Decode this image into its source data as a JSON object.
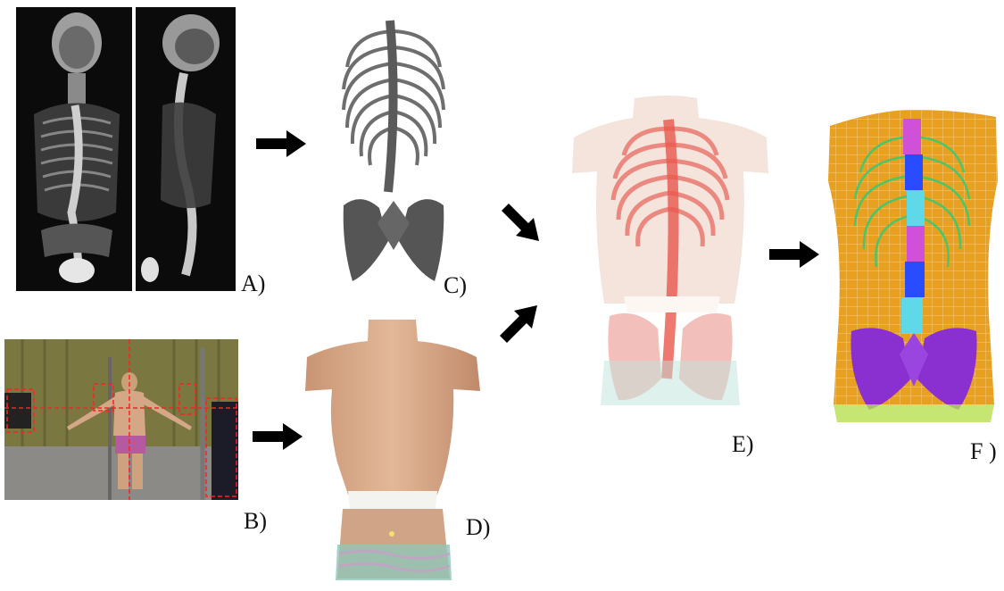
{
  "figure": {
    "panels": [
      {
        "id": "A",
        "label": "A)",
        "content": "X-ray images (frontal and lateral)"
      },
      {
        "id": "B",
        "label": "B)",
        "content": "Surface scan photograph"
      },
      {
        "id": "C",
        "label": "C)",
        "content": "3D reconstruction of ribcage, spine and pelvis"
      },
      {
        "id": "D",
        "label": "D)",
        "content": "3D torso surface model"
      },
      {
        "id": "E",
        "label": "E)",
        "content": "Registered skeleton inside torso surface"
      },
      {
        "id": "F",
        "label": "F )",
        "content": "Finite element mesh model"
      }
    ],
    "colors": {
      "xray_dark": "#0b0b0b",
      "bone_gray": "#6e6e6e",
      "skin": "#d8ab8c",
      "translucent_skin": "#f4e4dc",
      "red_bone": "#e86a60",
      "mesh_orange": "#e8a020",
      "mesh_green": "#3cc870",
      "mesh_purple": "#8a2fd0",
      "mesh_blue": "#2a4cff",
      "arrow": "#000000"
    }
  }
}
